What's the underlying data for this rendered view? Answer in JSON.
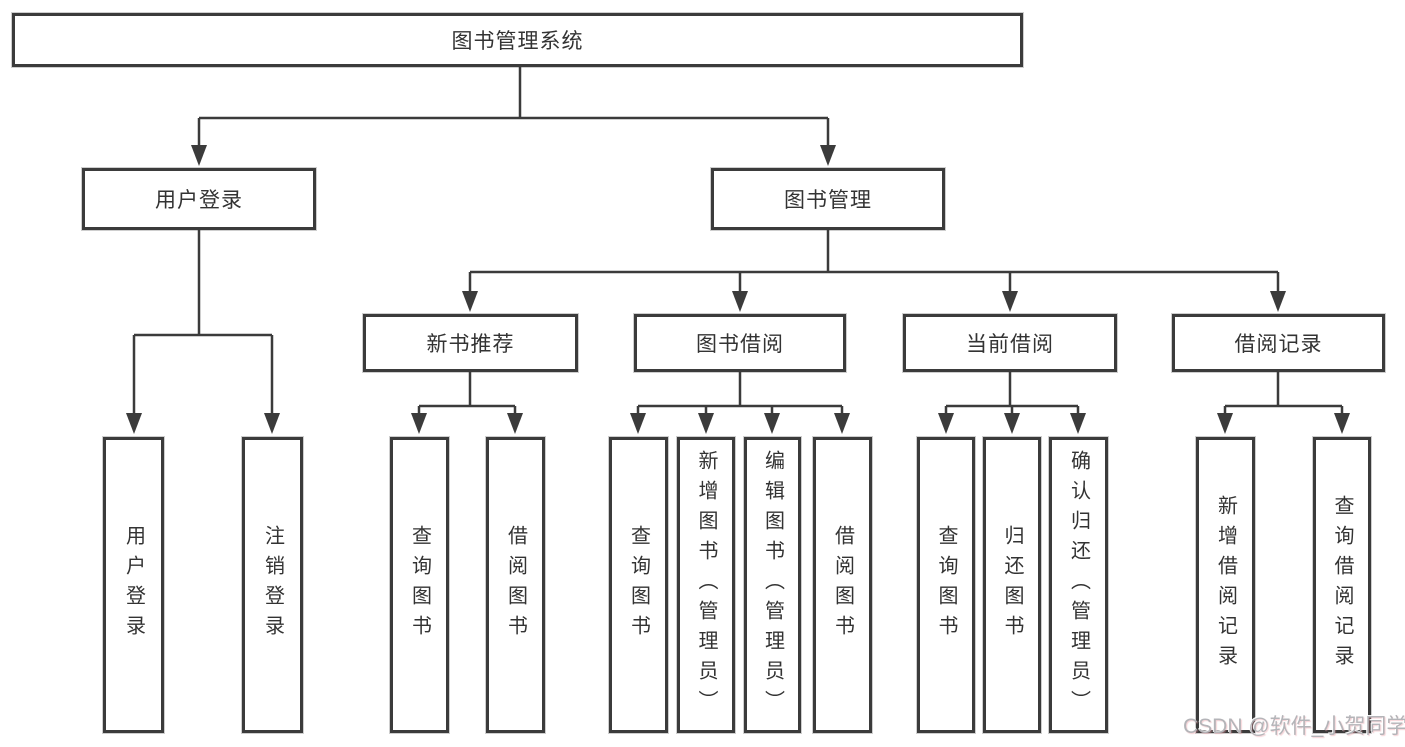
{
  "diagram": {
    "root": "图书管理系统",
    "level2": {
      "user_login": "用户登录",
      "book_management": "图书管理"
    },
    "level3": {
      "new_book": "新书推荐",
      "book_borrow": "图书借阅",
      "current_borrow": "当前借阅",
      "borrow_record": "借阅记录"
    },
    "leaves": {
      "user_login": [
        "用户登录",
        "注销登录"
      ],
      "new_book": [
        "查询图书",
        "借阅图书"
      ],
      "book_borrow": [
        "查询图书",
        "新增图书（管理员）",
        "编辑图书（管理员）",
        "借阅图书"
      ],
      "current_borrow": [
        "查询图书",
        "归还图书",
        "确认归还（管理员）"
      ],
      "borrow_record": [
        "新增借阅记录",
        "查询借阅记录"
      ]
    }
  },
  "watermark": "CSDN @软件_小贺同学",
  "colors": {
    "line": "#3b3b3b",
    "text": "#333333",
    "background": "#ffffff",
    "watermark": "#b4b4b8"
  }
}
